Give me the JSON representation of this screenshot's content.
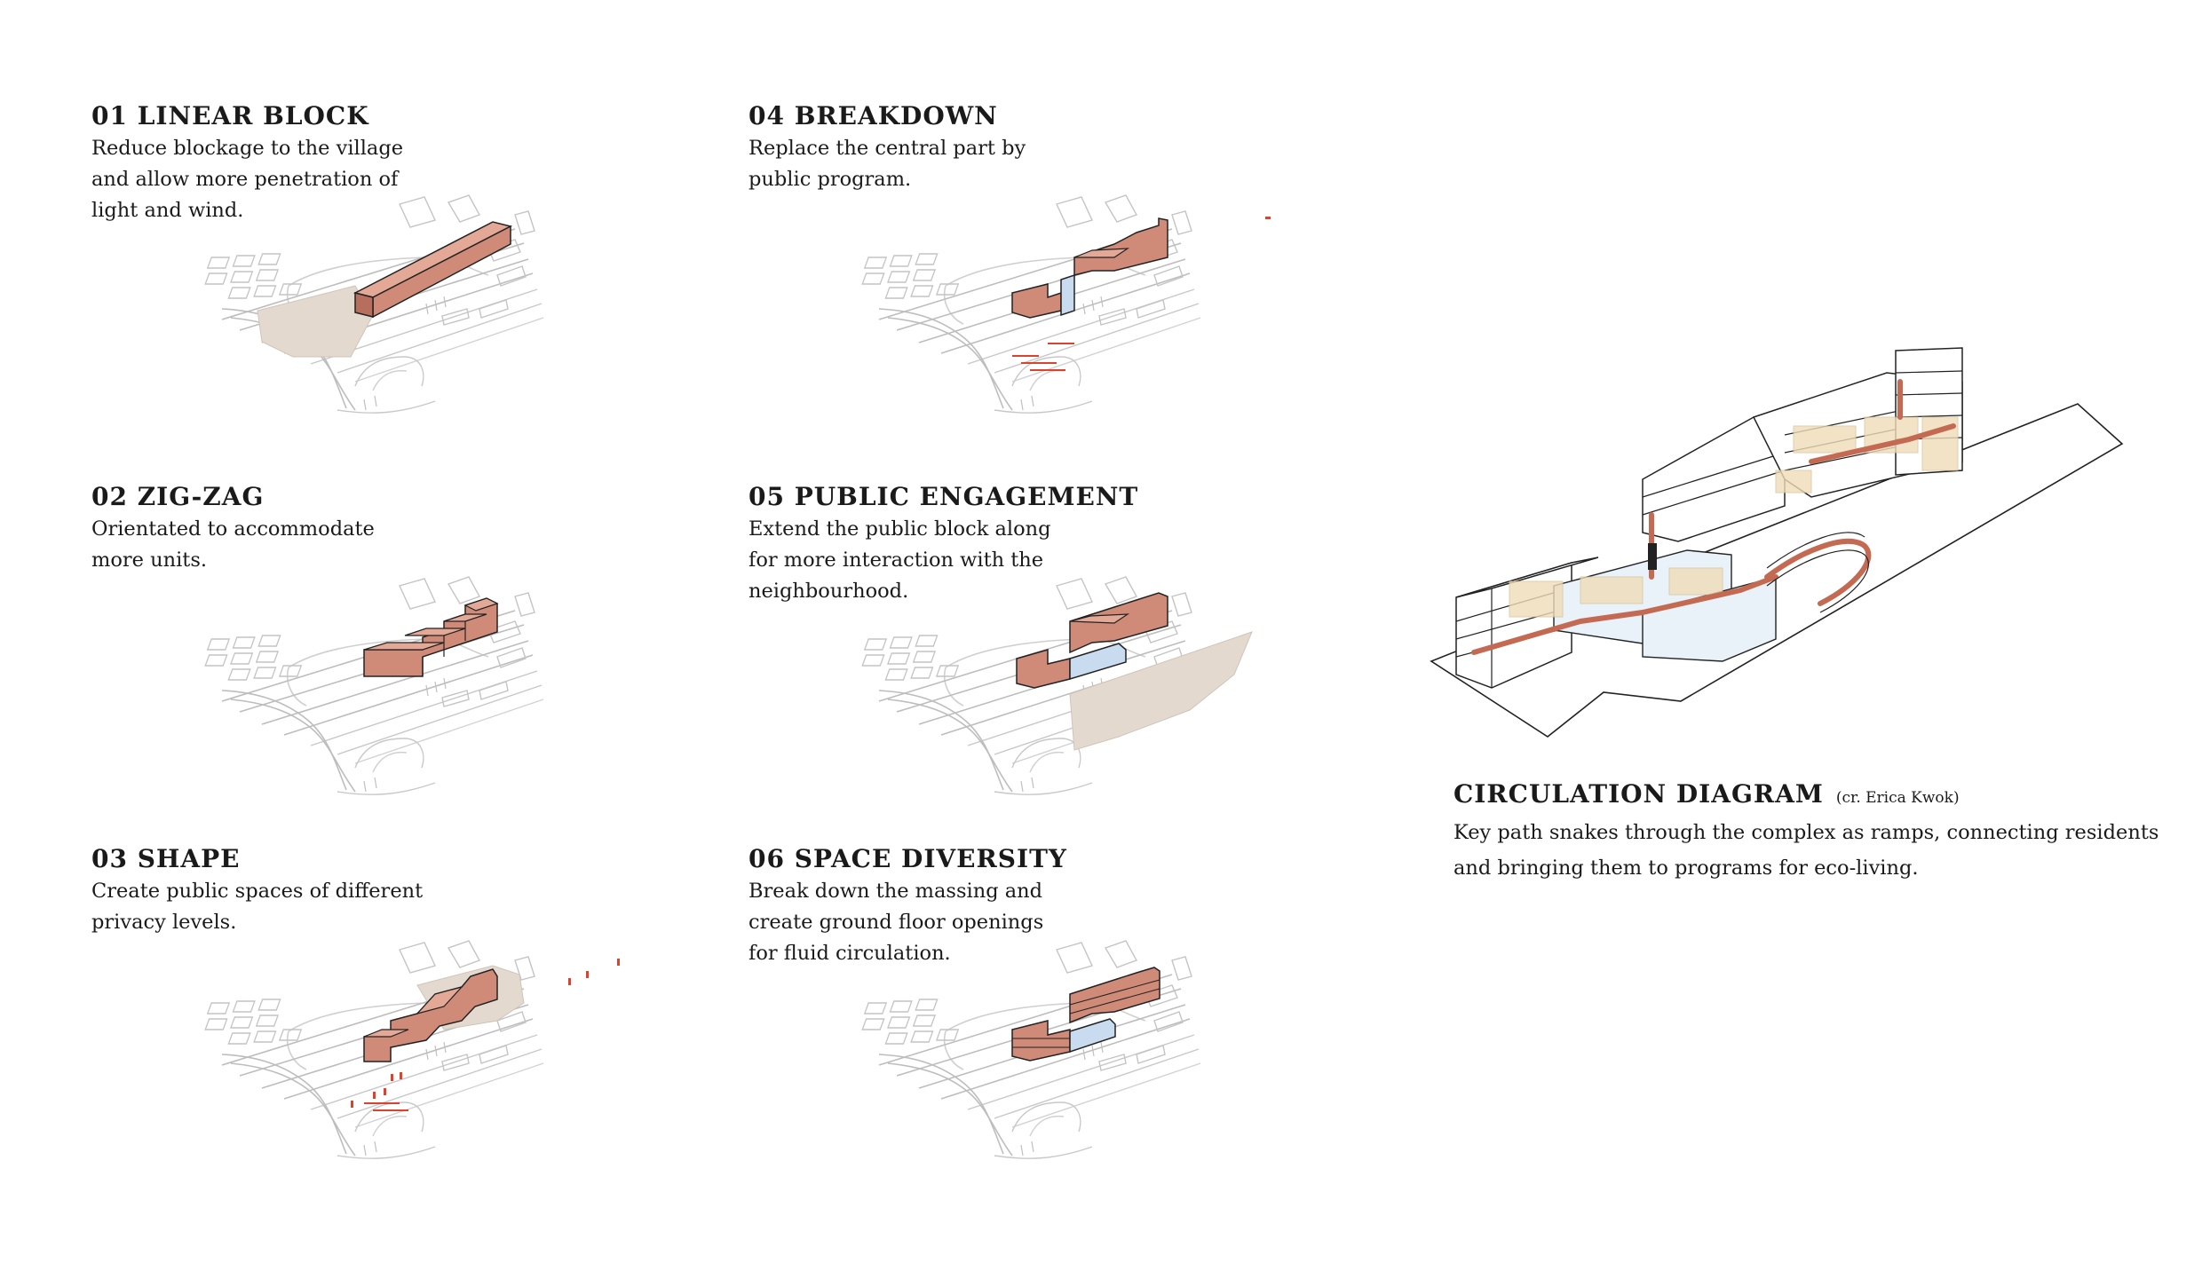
{
  "steps": [
    {
      "title": "01 LINEAR BLOCK",
      "lines": [
        "Reduce blockage to the village",
        "and allow more penetration of",
        "light and wind."
      ]
    },
    {
      "title": "02 ZIG-ZAG",
      "lines": [
        "Orientated to accommodate",
        "more units."
      ]
    },
    {
      "title": "03 SHAPE",
      "lines": [
        "Create public spaces of different",
        "privacy levels."
      ]
    },
    {
      "title": "04 BREAKDOWN",
      "lines": [
        "Replace the central part by",
        "public program."
      ]
    },
    {
      "title": "05 PUBLIC ENGAGEMENT",
      "lines": [
        "Extend the public block along",
        "for more interaction with the",
        "neighbourhood."
      ]
    },
    {
      "title": "06 SPACE DIVERSITY",
      "lines": [
        "Break down the massing and",
        "create ground floor openings",
        "for fluid circulation."
      ]
    }
  ],
  "circulation": {
    "title": "CIRCULATION DIAGRAM",
    "credit": "(cr. Erica Kwok)",
    "lines": [
      "Key path snakes through the complex as ramps, connecting residents",
      "and  bringing them to programs for eco-living."
    ]
  },
  "colors": {
    "massing": "#d08a78",
    "massing_dark": "#b36b5a",
    "public_block": "#c9dcef",
    "public_space": "#e4d9cf",
    "site_lines": "#bdbdbd",
    "markers": "#d9442e",
    "program_fill": "#f0dcb8"
  }
}
